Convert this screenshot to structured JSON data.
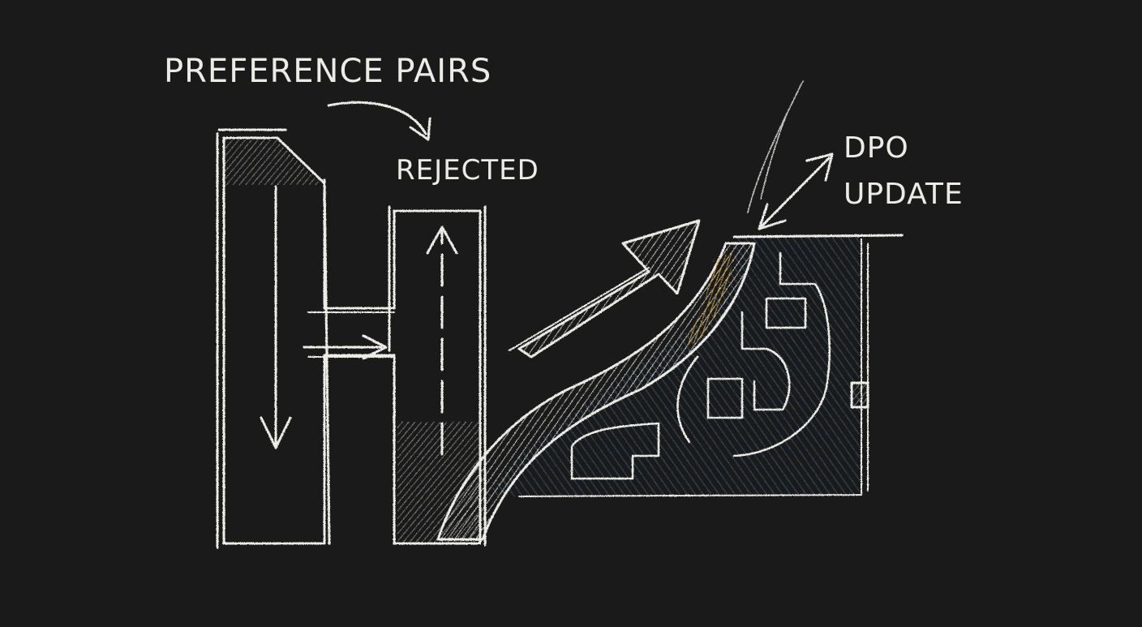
{
  "labels": {
    "preference_pairs": "PREFERENCE PAIRS",
    "rejected": "REJECTED",
    "dpo": "DPO",
    "update": "UPDATE"
  },
  "colors": {
    "background": "#1a1a1a",
    "chalk": "#ecebe6",
    "blue_shading": "#3f6a8c",
    "gold_accent": "#d9a21f"
  }
}
